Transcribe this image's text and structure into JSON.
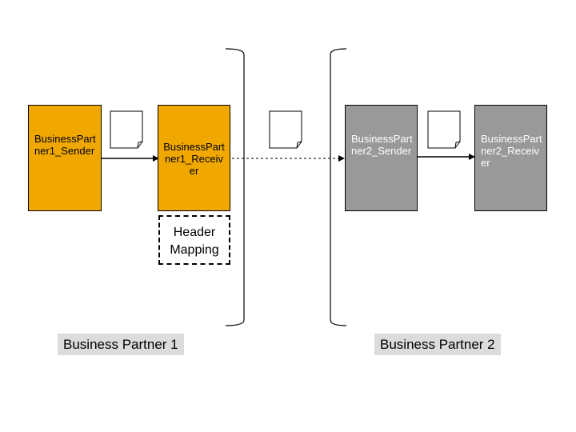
{
  "nodes": {
    "bp1_sender": {
      "label": "BusinessPartner1_Sender",
      "color": "#f0a800"
    },
    "bp1_receiver": {
      "label": "BusinessPartner1_Receiver",
      "color": "#f0a800"
    },
    "bp2_sender": {
      "label": "BusinessPartner2_Sender",
      "color": "#999999"
    },
    "bp2_receiver": {
      "label": "BusinessPartner2_Receiver",
      "color": "#999999"
    }
  },
  "header_mapping": {
    "line1": "Header",
    "line2": "Mapping"
  },
  "partners": {
    "bp1": "Business Partner 1",
    "bp2": "Business Partner 2"
  },
  "icons": {
    "document": "document-icon",
    "bracket": "bracket"
  },
  "colors": {
    "orange": "#f0a800",
    "gray": "#999999",
    "label_bg": "#dcdcdc"
  }
}
